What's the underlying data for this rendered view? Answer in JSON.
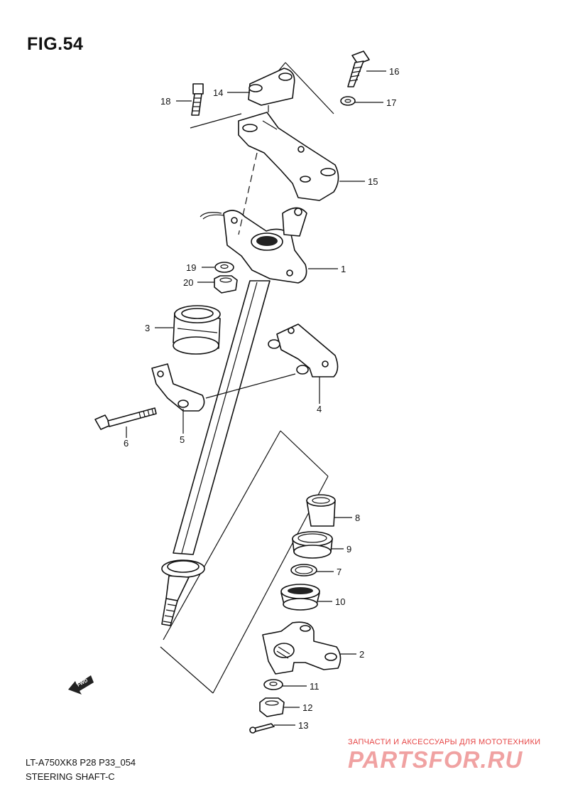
{
  "figure": {
    "title": "FIG.54",
    "code": "LT-A750XK8 P28 P33_054",
    "name": "STEERING SHAFT-C"
  },
  "callouts": {
    "c1": "1",
    "c2": "2",
    "c3": "3",
    "c4": "4",
    "c5": "5",
    "c6": "6",
    "c7": "7",
    "c8": "8",
    "c9": "9",
    "c10": "10",
    "c11": "11",
    "c12": "12",
    "c13": "13",
    "c14": "14",
    "c15": "15",
    "c16": "16",
    "c17": "17",
    "c18": "18",
    "c19": "19",
    "c20": "20"
  },
  "fwd_badge": "FWD",
  "watermark": {
    "tagline": "ЗАПЧАСТИ И АКСЕССУАРЫ ДЛЯ МОТОТЕХНИКИ",
    "brand": "PARTSFOR.RU"
  }
}
